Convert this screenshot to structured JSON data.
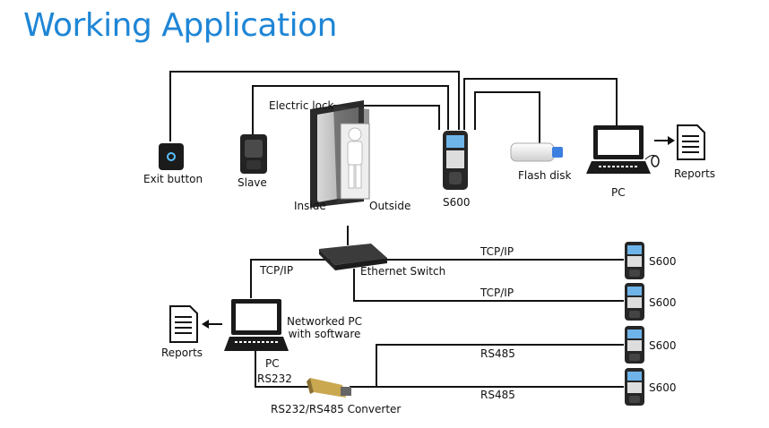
{
  "title": "Working Application",
  "labels": {
    "exit_button": "Exit button",
    "slave": "Slave",
    "electric_lock": "Electric lock",
    "inside": "Inside",
    "outside": "Outside",
    "s600_main": "S600",
    "flash_disk": "Flash disk",
    "pc_top": "PC",
    "reports_top": "Reports",
    "ethernet_switch": "Ethernet Switch",
    "tcpip_left": "TCP/IP",
    "tcpip_1": "TCP/IP",
    "tcpip_2": "TCP/IP",
    "networked_pc": "Networked PC",
    "with_software": "with software",
    "reports_bottom": "Reports",
    "pc_bottom": "PC",
    "rs232": "RS232",
    "rs485_1": "RS485",
    "rs485_2": "RS485",
    "converter": "RS232/RS485 Converter",
    "s600_1": "S600",
    "s600_2": "S600",
    "s600_3": "S600",
    "s600_4": "S600"
  },
  "colors": {
    "title": "#1f86d6",
    "line": "#111111",
    "device": "#1a1a1a"
  }
}
